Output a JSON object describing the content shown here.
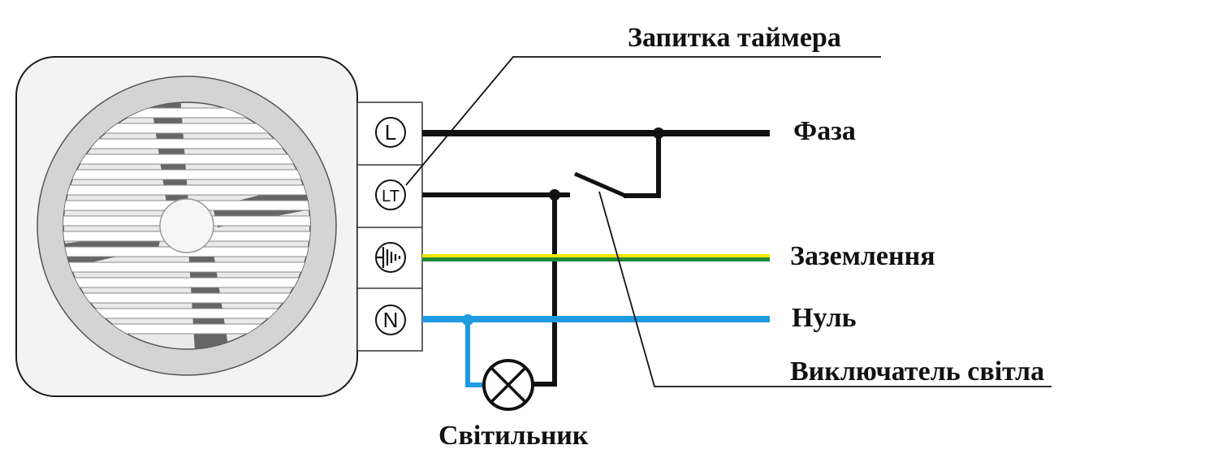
{
  "labels": {
    "timer_supply": "Запитка таймера",
    "phase": "Фаза",
    "ground": "Заземлення",
    "neutral": "Нуль",
    "light_switch": "Виключатель світла",
    "lamp": "Світильник"
  },
  "terminals": {
    "l": "L",
    "lt": "LT",
    "n": "N"
  },
  "colors": {
    "phase_wire": "#111111",
    "ground_wire_yellow": "#f2e600",
    "ground_wire_green": "#1f8a3c",
    "neutral_wire": "#1e9be0",
    "fan_housing": "#f3f3f3",
    "fan_ring": "#d4d4d4",
    "fan_blade": "#666666"
  },
  "icons": {
    "ground_terminal": "ground-symbol-icon",
    "lamp": "lamp-cross-icon"
  }
}
